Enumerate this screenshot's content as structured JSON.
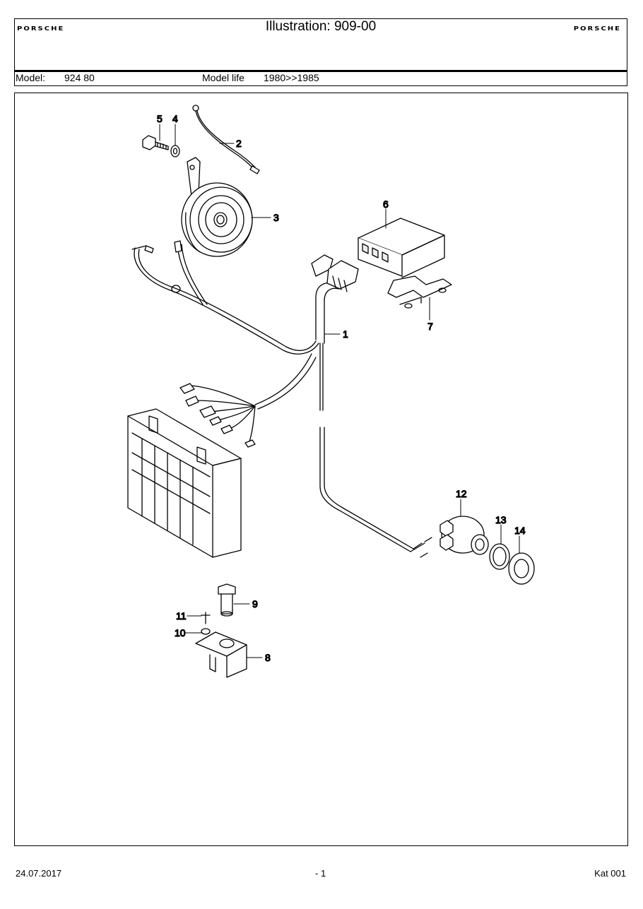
{
  "header": {
    "brand": "PORSCHE",
    "title": "Illustration: 909-00",
    "model_label": "Model:",
    "model_value": "924 80",
    "model_life_label": "Model life",
    "model_life_value": "1980>>1985"
  },
  "diagram": {
    "callouts": [
      "1",
      "2",
      "3",
      "4",
      "5",
      "6",
      "7",
      "8",
      "9",
      "10",
      "11",
      "12",
      "13",
      "14"
    ]
  },
  "footer": {
    "date": "24.07.2017",
    "page": "- 1",
    "catalog": "Kat 001"
  }
}
